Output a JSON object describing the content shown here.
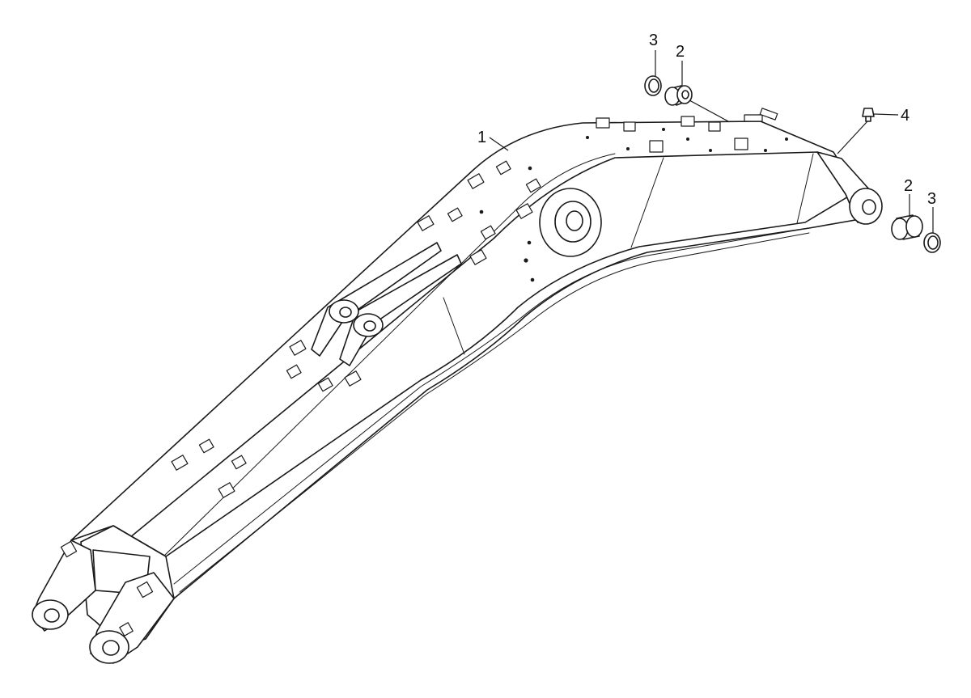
{
  "callouts": [
    {
      "id": "c1",
      "text": "1"
    },
    {
      "id": "c2a",
      "text": "2"
    },
    {
      "id": "c3a",
      "text": "3"
    },
    {
      "id": "c4",
      "text": "4"
    },
    {
      "id": "c2b",
      "text": "2"
    },
    {
      "id": "c3b",
      "text": "3"
    }
  ]
}
